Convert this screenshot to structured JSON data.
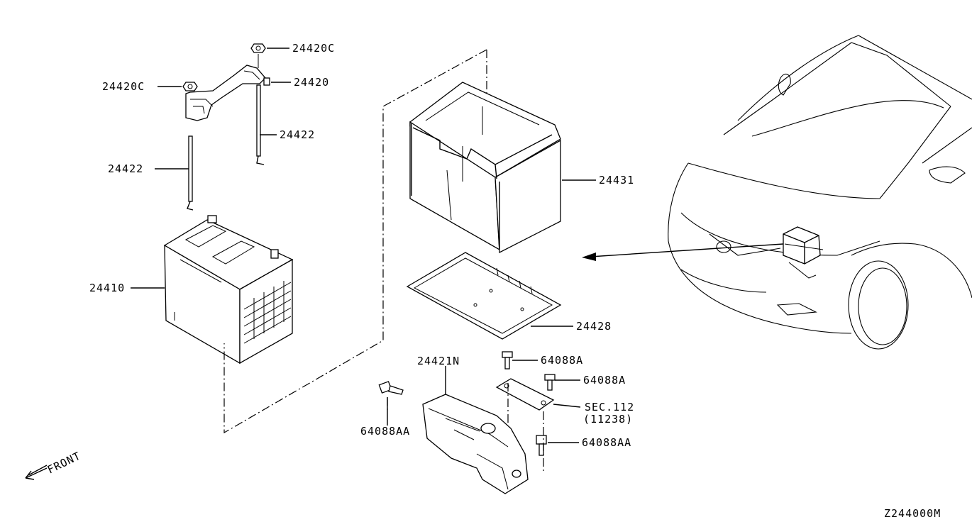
{
  "labels": {
    "nut_top": "24420C",
    "nut_left": "24420C",
    "hold_down_frame": "24420",
    "rod_right": "24422",
    "rod_left": "24422",
    "battery_cover": "24431",
    "battery": "24410",
    "battery_tray": "24428",
    "bracket": "24421N",
    "bolt_top": "64088A",
    "bolt_mid": "64088A",
    "bolt_left": "64088AA",
    "bolt_bottom": "64088AA",
    "section_ref_line1": "SEC.112",
    "section_ref_line2": "(11238)"
  },
  "front_indicator": "FRONT",
  "diagram_code": "Z244000M"
}
